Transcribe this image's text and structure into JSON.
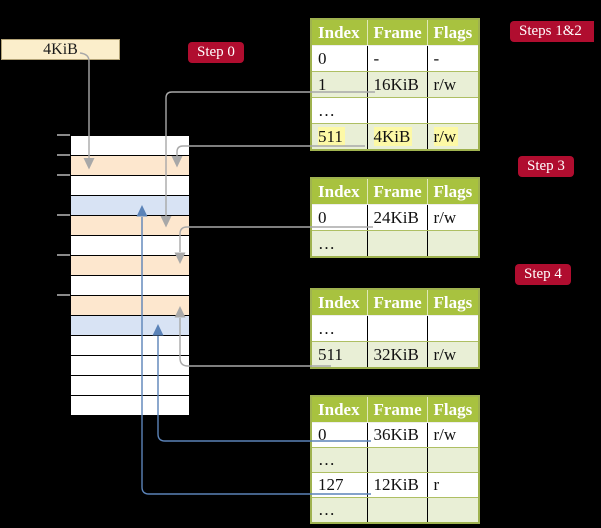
{
  "colors": {
    "background": "#000000",
    "step_label_bg": "#b00d2f",
    "frame_box_bg": "#fbeecb",
    "table_header": "#a8c23f",
    "table_border": "#9fb24f",
    "table_row_green": "#e9efd6",
    "stack_peach": "#fde7ce",
    "stack_blue": "#d8e3f4",
    "highlight_yellow": "#fdf9a6",
    "gray_arrow": "#a8a8a8",
    "blue_arrow": "#5b83b8"
  },
  "frame_box": {
    "label": "4KiB"
  },
  "step_labels": {
    "step0": "Step 0",
    "steps12": "Steps 1&2",
    "step3": "Step 3",
    "step4": "Step 4"
  },
  "memory_stack": {
    "rows": [
      "white",
      "peach",
      "white",
      "blue",
      "peach",
      "white",
      "peach",
      "white",
      "peach",
      "blue",
      "white",
      "white",
      "white",
      "white"
    ]
  },
  "tables": [
    {
      "id": "page-table-steps-1-2",
      "header": [
        "Index",
        "Frame",
        "Flags"
      ],
      "rows": [
        {
          "cells": [
            "0",
            "-",
            "-"
          ],
          "shaded": false,
          "highlight": false
        },
        {
          "cells": [
            "1",
            "16KiB",
            "r/w"
          ],
          "shaded": true,
          "highlight": false
        },
        {
          "cells": [
            "…",
            "",
            ""
          ],
          "shaded": false,
          "highlight": false
        },
        {
          "cells": [
            "511",
            "4KiB",
            "r/w"
          ],
          "shaded": true,
          "highlight": true
        }
      ]
    },
    {
      "id": "page-table-step-3",
      "header": [
        "Index",
        "Frame",
        "Flags"
      ],
      "rows": [
        {
          "cells": [
            "0",
            "24KiB",
            "r/w"
          ],
          "shaded": false,
          "highlight": false
        },
        {
          "cells": [
            "…",
            "",
            ""
          ],
          "shaded": true,
          "highlight": false
        }
      ]
    },
    {
      "id": "page-table-step-4",
      "header": [
        "Index",
        "Frame",
        "Flags"
      ],
      "rows": [
        {
          "cells": [
            "…",
            "",
            ""
          ],
          "shaded": false,
          "highlight": false
        },
        {
          "cells": [
            "511",
            "32KiB",
            "r/w"
          ],
          "shaded": true,
          "highlight": false
        }
      ]
    },
    {
      "id": "page-table-final",
      "header": [
        "Index",
        "Frame",
        "Flags"
      ],
      "rows": [
        {
          "cells": [
            "0",
            "36KiB",
            "r/w"
          ],
          "shaded": false,
          "highlight": false
        },
        {
          "cells": [
            "…",
            "",
            ""
          ],
          "shaded": true,
          "highlight": false
        },
        {
          "cells": [
            "127",
            "12KiB",
            "r"
          ],
          "shaded": false,
          "highlight": false
        },
        {
          "cells": [
            "…",
            "",
            ""
          ],
          "shaded": true,
          "highlight": false
        }
      ]
    }
  ]
}
